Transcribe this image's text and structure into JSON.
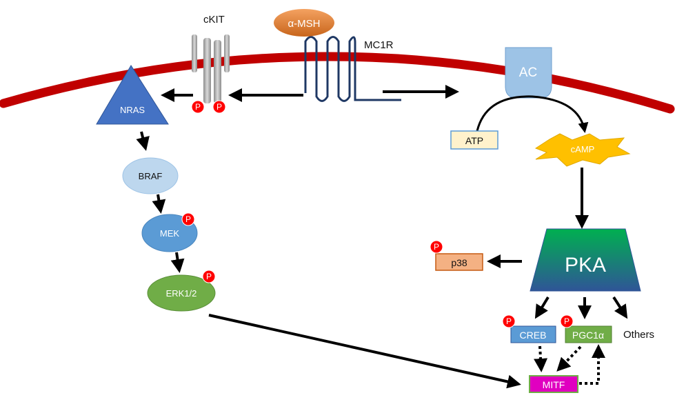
{
  "labels": {
    "ckit": "cKIT",
    "mc1r": "MC1R",
    "msh": "α-MSH",
    "nras": "NRAS",
    "braf": "BRAF",
    "mek": "MEK",
    "erk": "ERK1/2",
    "ac": "AC",
    "atp": "ATP",
    "camp": "cAMP",
    "pka": "PKA",
    "p38": "p38",
    "creb": "CREB",
    "pgc1a": "PGC1α",
    "others": "Others",
    "mitf": "MITF",
    "phospho": "P"
  },
  "colors": {
    "membrane": "#c00000",
    "receptor": "#1f3864",
    "ckit_receptor": "#a6a6a6",
    "nras": "#4472c4",
    "braf": "#bdd7ee",
    "mek": "#5b9bd5",
    "erk": "#70ad47",
    "ac": "#9dc3e6",
    "msh": "#e07b39",
    "atp_fill": "#fff2cc",
    "camp": "#ffc000",
    "pka_top": "#00b050",
    "pka_bottom": "#2f5597",
    "p38_fill": "#f4b183",
    "creb": "#5b9bd5",
    "pgc1a": "#70ad47",
    "mitf": "#e000c0",
    "phospho": "#ff0000",
    "arrow": "#000000"
  },
  "icons": {
    "phospho_badge": "phosphate-circle-icon",
    "arrow": "arrow-icon"
  }
}
